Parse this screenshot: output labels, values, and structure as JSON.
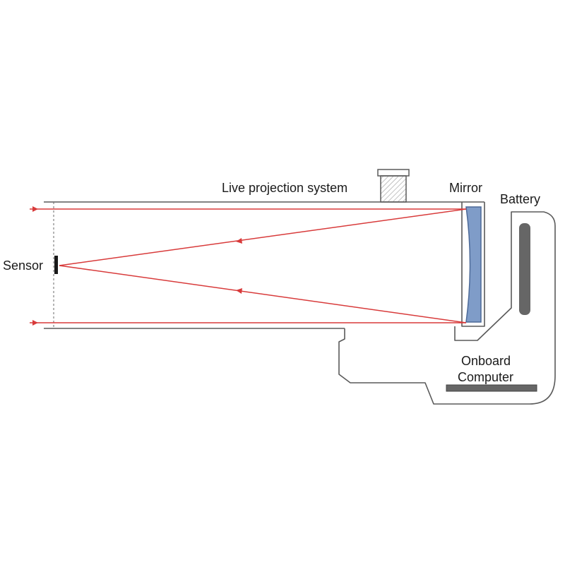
{
  "labels": {
    "live_projection": "Live projection system",
    "mirror": "Mirror",
    "battery": "Battery",
    "sensor": "Sensor",
    "onboard_line1": "Onboard",
    "onboard_line2": "Computer"
  },
  "colors": {
    "ray": "#d83a3a",
    "mirror_fill": "#7f9cc8",
    "mirror_stroke": "#4d6a98",
    "outline": "#5a5a5a",
    "component_fill": "#666666"
  }
}
